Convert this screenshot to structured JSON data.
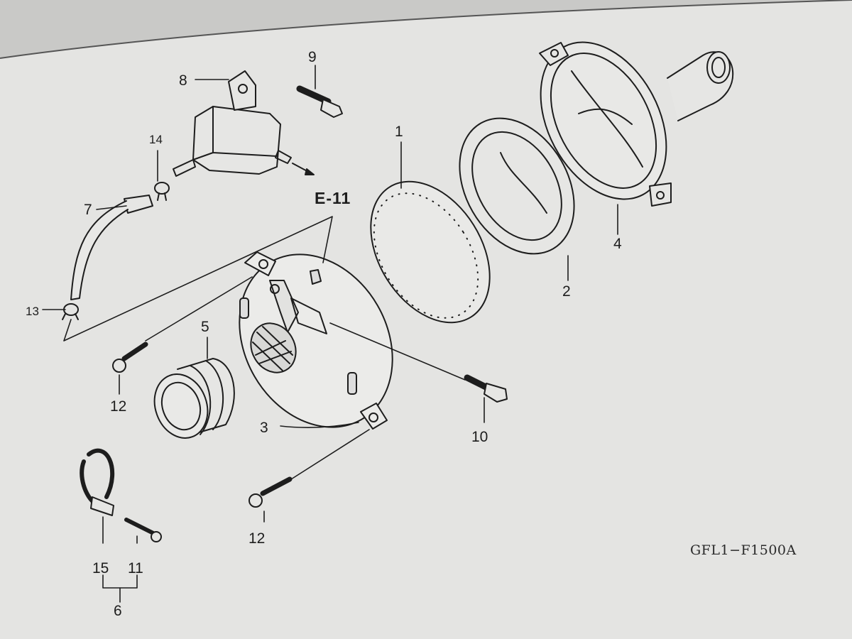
{
  "diagram": {
    "figure_code": "GFL1−F1500A",
    "reference_label": "E-11",
    "part_numbers": {
      "p1": "1",
      "p2": "2",
      "p3": "3",
      "p4": "4",
      "p5": "5",
      "p6": "6",
      "p7": "7",
      "p8": "8",
      "p9": "9",
      "p10": "10",
      "p11": "11",
      "p12a": "12",
      "p12b": "12",
      "p13": "13",
      "p14": "14",
      "p15": "15"
    }
  },
  "colors": {
    "paper": "#e4e4e2",
    "ink": "#1d1d1d",
    "background": "#c9c9c7"
  }
}
